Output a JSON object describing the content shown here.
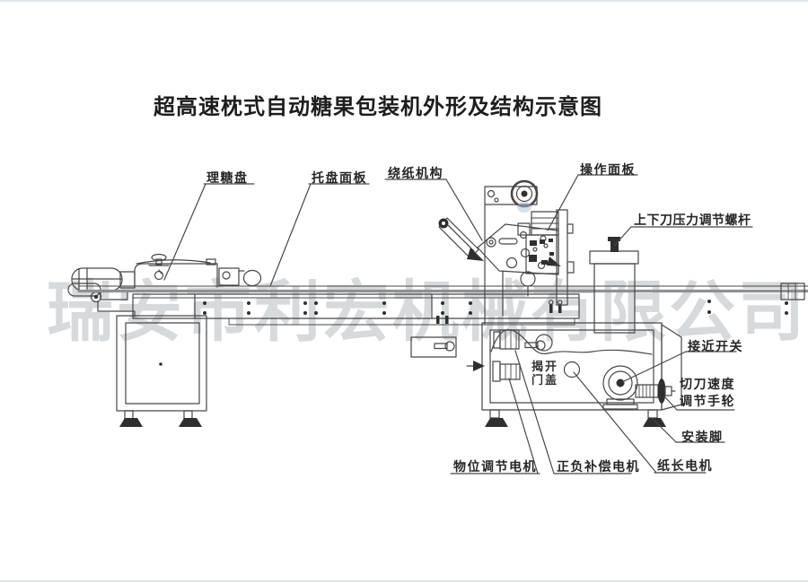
{
  "page": {
    "title": "超高速枕式自动糖果包装机外形及结构示意图",
    "watermark": "瑞安市利宏机械有限公司"
  },
  "diagram": {
    "machine_parts_labels": [
      {
        "text": "理糖盘"
      },
      {
        "text": "托盘面板"
      },
      {
        "text": "绕纸机构"
      },
      {
        "text": "操作面板"
      },
      {
        "text": "上下刀压力调节螺杆"
      },
      {
        "text": "接近开关"
      },
      {
        "text": "切刀速度",
        "text2": "调节手轮"
      },
      {
        "text": "安装脚"
      },
      {
        "text": "物位调节电机"
      },
      {
        "text": "正负补偿电机"
      },
      {
        "text": "纸长电机"
      }
    ],
    "door_text": {
      "line1": "揭开",
      "line2": "门盖"
    },
    "colors": {
      "line": "#474747",
      "label": "#262626",
      "watermark": "#d6dadc",
      "belt": "#8d9194",
      "accent": "#aac3e0",
      "dark": "#2f2f2f",
      "edge": "#dde7ea"
    }
  }
}
